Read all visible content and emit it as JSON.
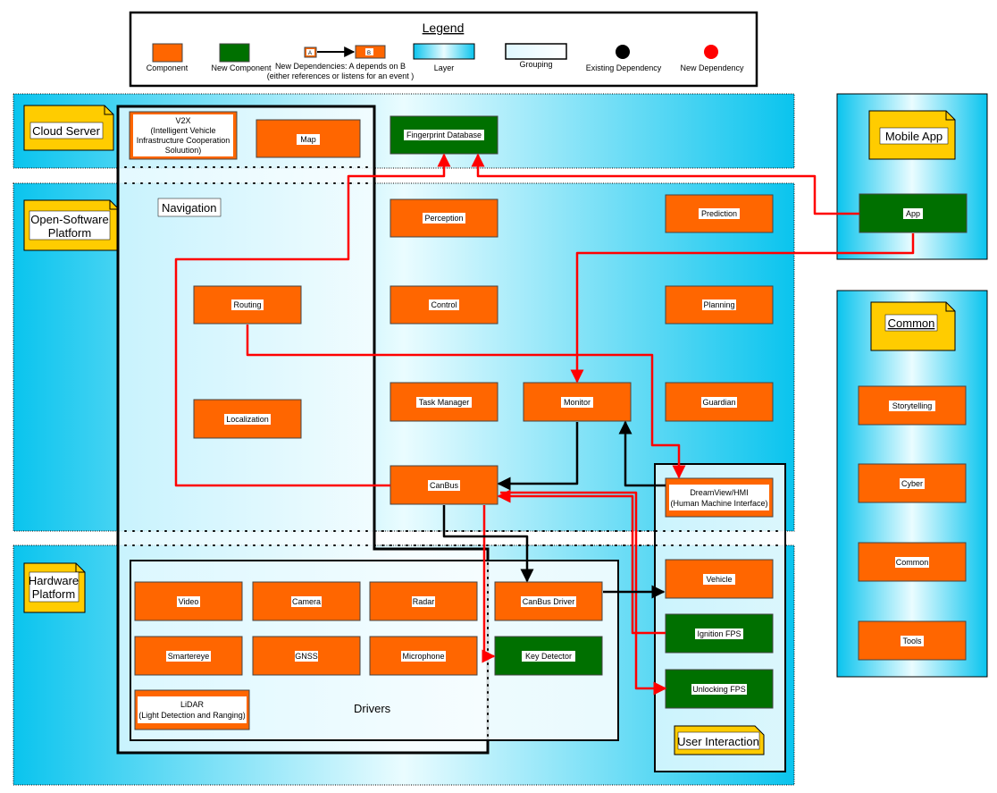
{
  "legend": {
    "title": "Legend",
    "items": {
      "component": "Component",
      "new_component": "New Component",
      "new_dep_a": "A",
      "new_dep_b": "B",
      "new_dep_line1": "New Dependencies: A depends on B",
      "new_dep_line2": "(either references or listens for an event )",
      "layer": "Layer",
      "grouping": "Grouping",
      "existing_dependency": "Existing Dependency",
      "new_dependency": "New Dependency"
    }
  },
  "layers": {
    "cloud": "Cloud Server",
    "open_software": [
      "Open-Software",
      "Platform"
    ],
    "hardware": [
      "Hardware",
      "Platform"
    ],
    "mobile": "Mobile App",
    "common": "Common"
  },
  "groups": {
    "navigation": "Navigation",
    "drivers": "Drivers",
    "user_interaction": "User Interaction"
  },
  "components": {
    "v2x": [
      "V2X",
      "(Intelligent Vehicle",
      "Infrastructure Cooperation",
      "Soluution)"
    ],
    "map": "Map",
    "fingerprint_db": "Fingerprint Database",
    "app": "App",
    "perception": "Perception",
    "prediction": "Prediction",
    "routing": "Routing",
    "control": "Control",
    "planning": "Planning",
    "task_manager": "Task Manager",
    "monitor": "Monitor",
    "guardian": "Guardian",
    "localization": "Localization",
    "canbus": "CanBus",
    "dreamview": [
      "DreamView/HMI",
      "(Human Machine Interface)"
    ],
    "video": "Video",
    "camera": "Camera",
    "radar": "Radar",
    "canbus_driver": "CanBus Driver",
    "vehicle": "Vehicle",
    "smartereye": "Smartereye",
    "gnss": "GNSS",
    "microphone": "Microphone",
    "key_detector": "Key Detector",
    "ignition_fps": "Ignition FPS",
    "lidar": [
      "LiDAR",
      "(Light Detection and Ranging)"
    ],
    "unlocking_fps": "Unlocking FPS",
    "storytelling": "Storytelling",
    "cyber": "Cyber",
    "common": "Common",
    "tools": "Tools"
  },
  "colors": {
    "component": "#ff6600",
    "new_component": "#007000",
    "existing_dependency": "#000000",
    "new_dependency": "#ff0000",
    "note": "#ffcc00"
  }
}
